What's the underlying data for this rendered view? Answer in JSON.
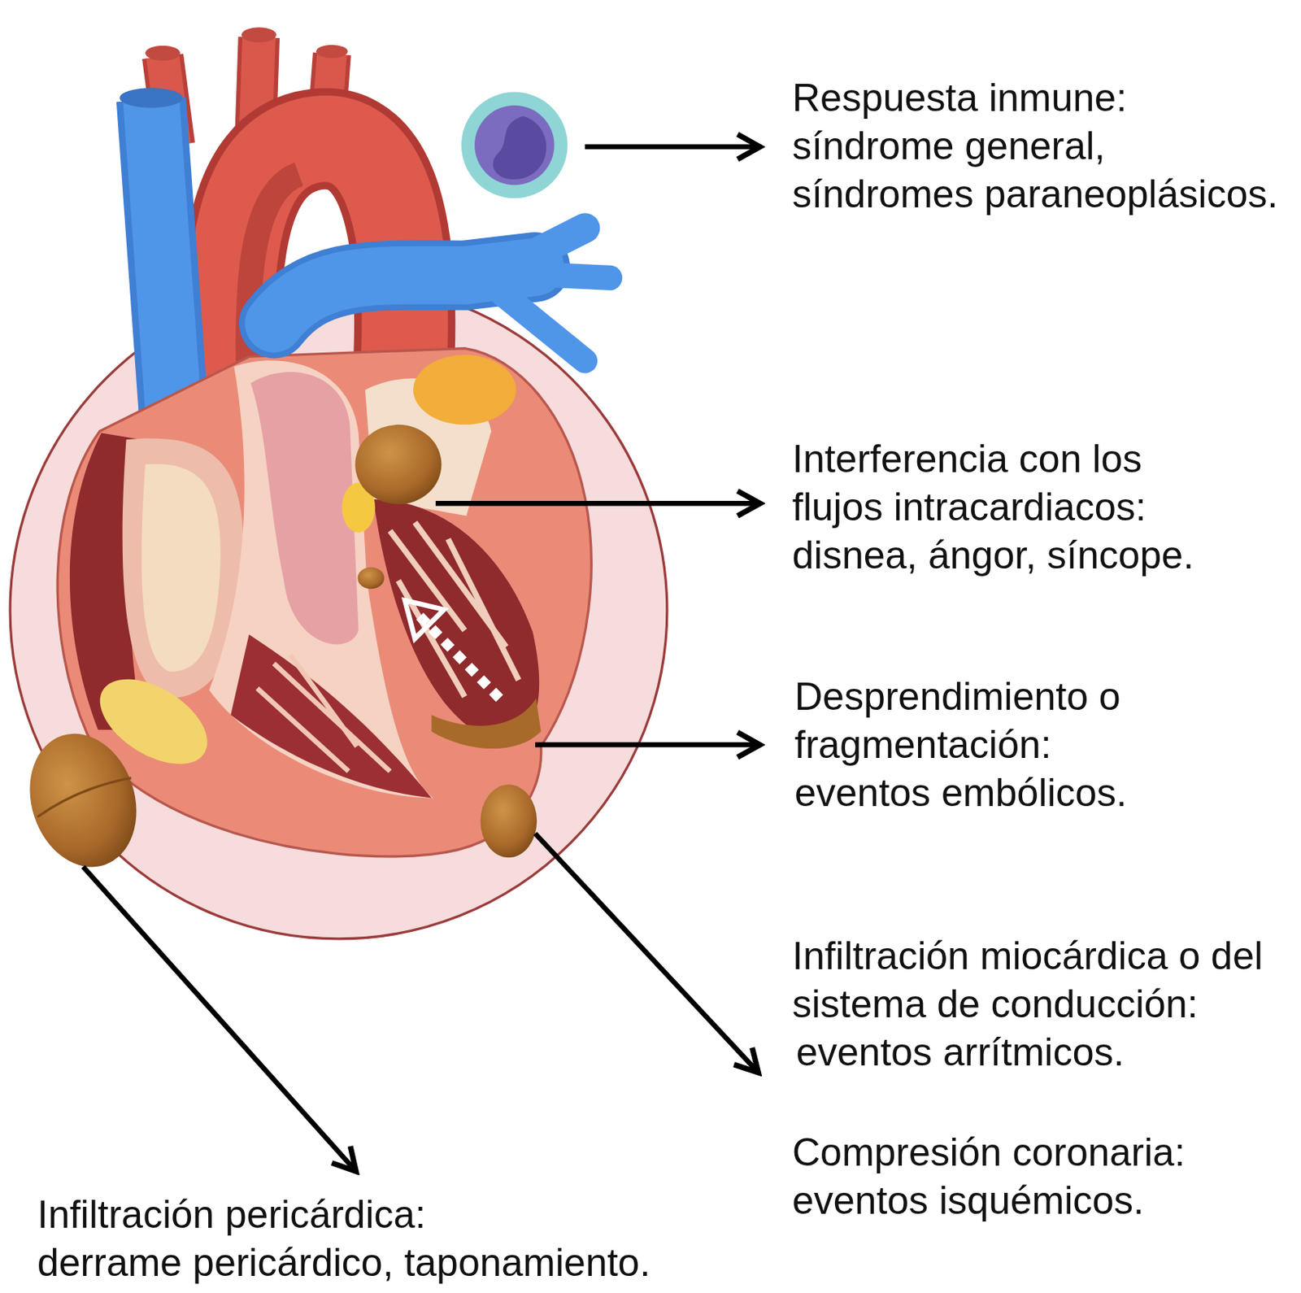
{
  "diagram": {
    "labels": [
      "Respuesta inmune:",
      "síndrome general, síndromes paraneoplásicos.",
      "Interferencia con los flujos intracardiacos:",
      "disnea, ángor, síncope.",
      "Desprendimiento o fragmentación:",
      "eventos embólicos.",
      "Infiltración miocárdica o del sistema de conducción:",
      "eventos arrítmicos.",
      "Compresión coronaria:",
      "eventos isquémicos.",
      "Infiltración pericárdica:",
      "derrame pericárdico, taponamiento."
    ]
  }
}
